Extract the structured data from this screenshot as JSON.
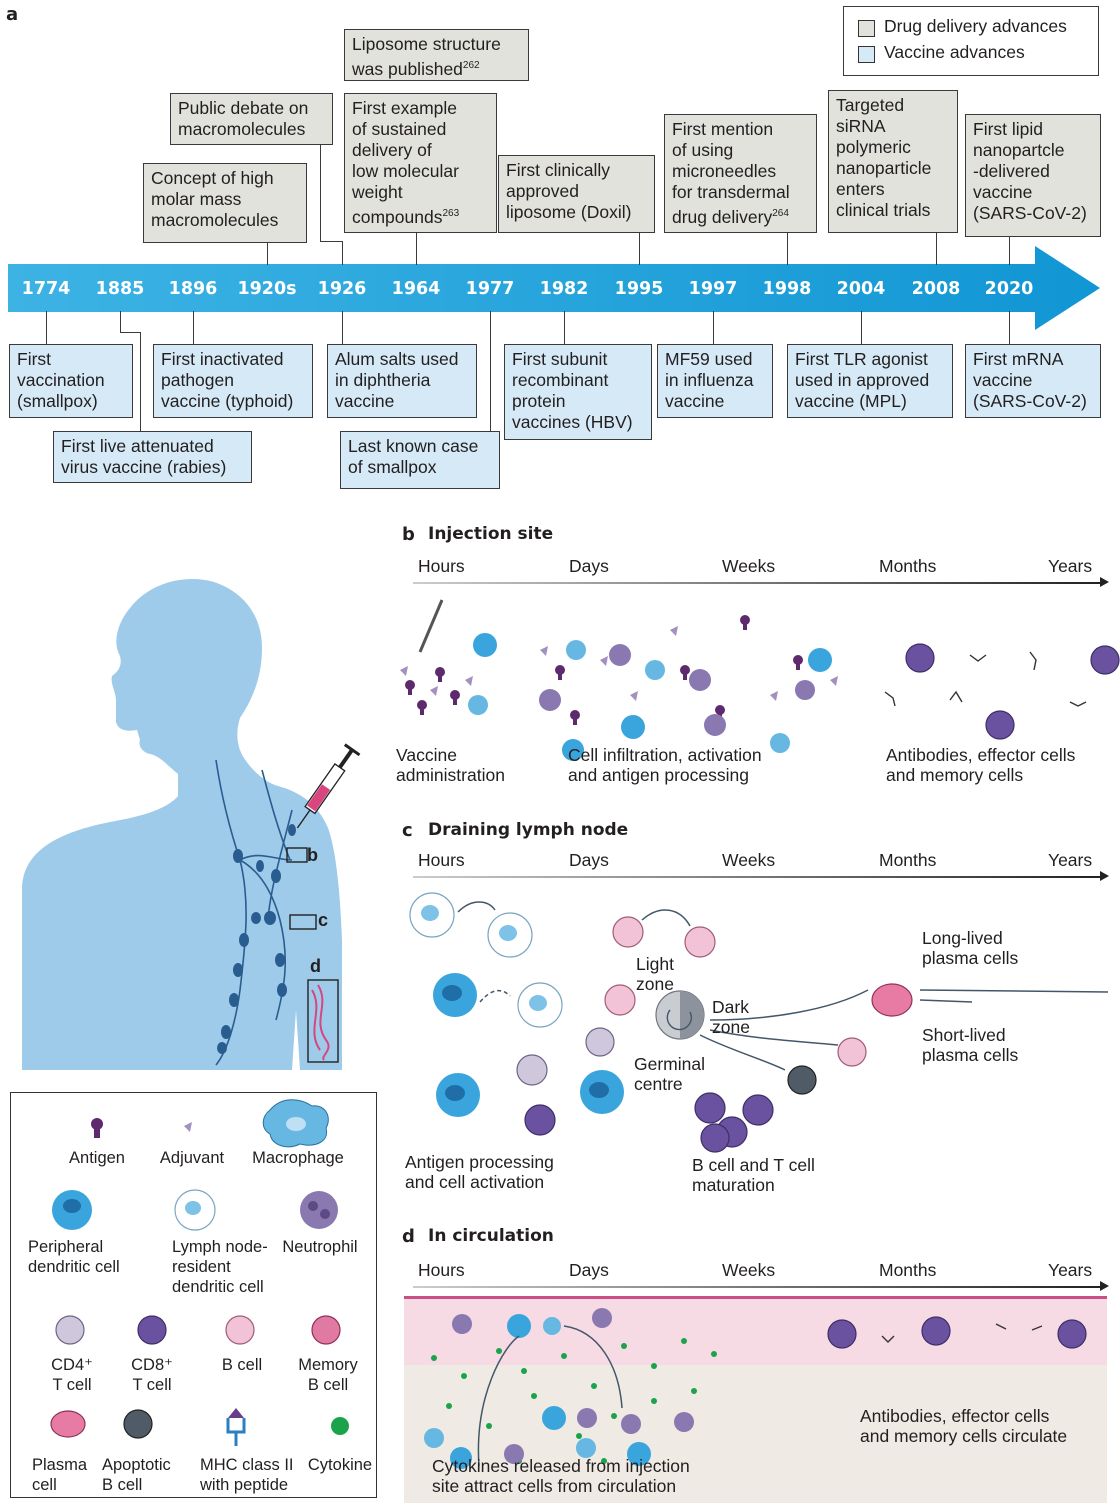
{
  "panel_a": {
    "letter": "a",
    "legend": {
      "drug": "Drug delivery advances",
      "vaccine": "Vaccine advances"
    },
    "years": [
      "1774",
      "1885",
      "1896",
      "1920s",
      "1926",
      "1964",
      "1977",
      "1982",
      "1995",
      "1997",
      "1998",
      "2004",
      "2008",
      "2020"
    ],
    "drug_boxes": [
      {
        "text": "Concept of high\nmolar mass\nmacromolecules"
      },
      {
        "text": "Public debate on\nmacromolecules"
      },
      {
        "text": "Liposome structure\nwas published",
        "ref": "262"
      },
      {
        "text": "First example\nof sustained\ndelivery of\nlow molecular\nweight\ncompounds",
        "ref": "263"
      },
      {
        "text": "First clinically\napproved\nliposome (Doxil)"
      },
      {
        "text": "First mention\nof using\nmicroneedles\nfor transdermal\ndrug delivery",
        "ref": "264"
      },
      {
        "text": "Targeted\nsiRNA\npolymeric\nnanoparticle\nenters\nclinical trials"
      },
      {
        "text": "First lipid\nnanopartcle\n-delivered\nvaccine\n(SARS-CoV-2)"
      }
    ],
    "vaccine_boxes": [
      {
        "text": "First\nvaccination\n(smallpox)"
      },
      {
        "text": "First live attenuated\nvirus vaccine (rabies)"
      },
      {
        "text": "First inactivated\npathogen\nvaccine (typhoid)"
      },
      {
        "text": "Alum salts used\nin diphtheria\nvaccine"
      },
      {
        "text": "Last known case\nof smallpox"
      },
      {
        "text": "First subunit\nrecombinant\nprotein\nvaccines (HBV)"
      },
      {
        "text": "MF59 used\nin influenza\nvaccine"
      },
      {
        "text": "First TLR agonist\nused in approved\nvaccine (MPL)"
      },
      {
        "text": "First mRNA\nvaccine\n(SARS-CoV-2)"
      }
    ]
  },
  "timescale": [
    "Hours",
    "Days",
    "Weeks",
    "Months",
    "Years"
  ],
  "panel_b": {
    "letter": "b",
    "title": "Injection site",
    "captions": [
      "Vaccine\nadministration",
      "Cell infiltration, activation\nand antigen processing",
      "Antibodies, effector cells\nand memory cells"
    ]
  },
  "panel_c": {
    "letter": "c",
    "title": "Draining lymph node",
    "light_zone": "Light\nzone",
    "dark_zone": "Dark\nzone",
    "germinal": "Germinal\ncentre",
    "long_lived": "Long-lived\nplasma cells",
    "short_lived": "Short-lived\nplasma cells",
    "captions": [
      "Antigen processing\nand cell activation",
      "B cell and T cell\nmaturation"
    ]
  },
  "panel_d": {
    "letter": "d",
    "title": "In circulation",
    "captions": [
      "Cytokines released from injection\nsite attract cells from circulation",
      "Antibodies, effector cells\nand memory cells circulate"
    ]
  },
  "body_labels": [
    "b",
    "c",
    "d"
  ],
  "legend_cells": [
    "Antigen",
    "Adjuvant",
    "Macrophage",
    "Peripheral\ndendritic cell",
    "Lymph node-\nresident\ndendritic cell",
    "Neutrophil",
    "CD4⁺\nT cell",
    "CD8⁺\nT cell",
    "B cell",
    "Memory\nB cell",
    "Plasma\ncell",
    "Apoptotic\nB cell",
    "MHC class II\nwith peptide",
    "Cytokine"
  ],
  "colors": {
    "arrow": "#1aa3dc",
    "drug_bg": "#e2e2dc",
    "vac_bg": "#d5e9f6",
    "body": "#9fcbea",
    "antigen": "#5d2a6e",
    "blood": "#f7dbe4"
  }
}
